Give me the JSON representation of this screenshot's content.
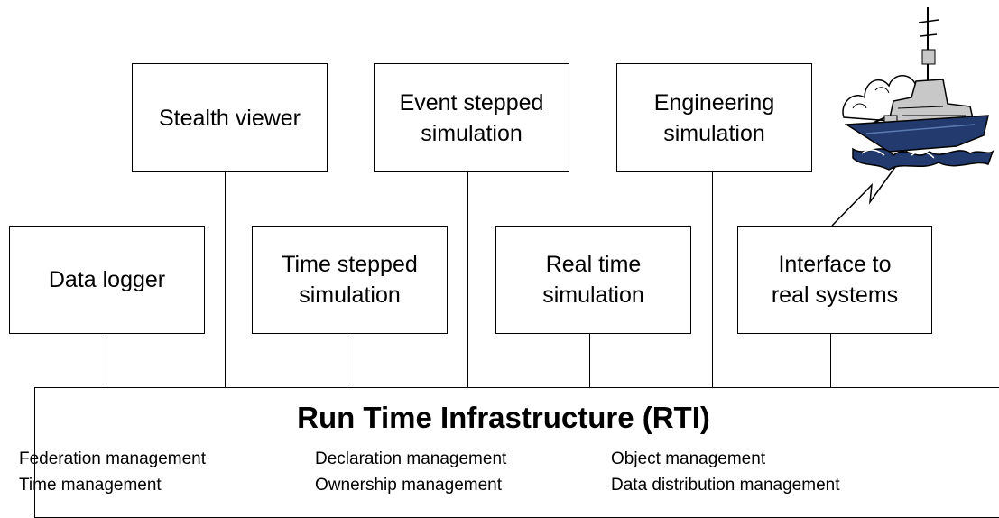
{
  "components": {
    "stealth_viewer": "Stealth viewer",
    "event_stepped": "Event stepped\nsimulation",
    "engineering": "Engineering\nsimulation",
    "data_logger": "Data logger",
    "time_stepped": "Time stepped\nsimulation",
    "real_time": "Real time\nsimulation",
    "interface": "Interface to\nreal systems"
  },
  "rti": {
    "title": "Run Time Infrastructure (RTI)",
    "services": [
      "Federation management",
      "Declaration management",
      "Object management",
      "Time management",
      "Ownership management",
      "Data distribution management"
    ]
  },
  "illustration": {
    "icon": "ship-icon",
    "link": "radio-link-icon"
  }
}
